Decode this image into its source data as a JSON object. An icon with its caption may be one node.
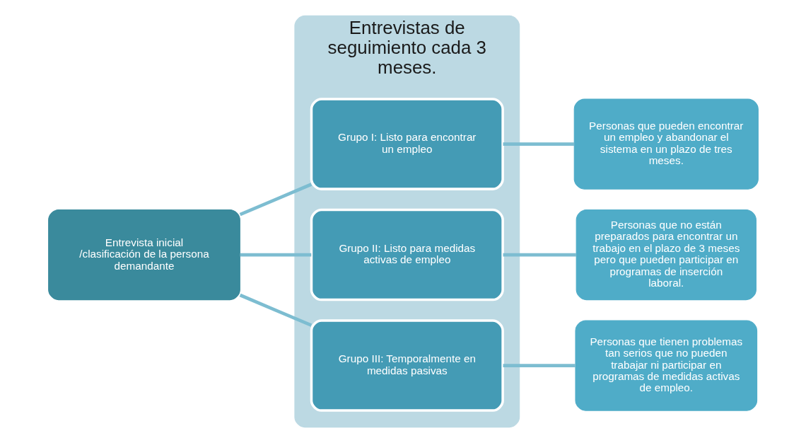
{
  "diagram": {
    "nodes": [
      {
        "text": [
          "Entrevista inicial /clasificación de la persona demandante"
        ]
      },
      {
        "text": [
          "Entrevistas de seguimiento cada 3 meses."
        ]
      },
      {
        "text": [
          "Grupo I: Listo para encontrar un empleo"
        ],
        "in": 1
      },
      {
        "text": [
          "Grupo II: Listo para medidas activas de empleo"
        ],
        "in": 1
      },
      {
        "text": [
          "Grupo III: Temporalmente en medidas pasivas"
        ],
        "in": 1
      },
      {
        "text": [
          "Personas que pueden encontrar un empleo y abandonar el sistema en un plazo de tres meses."
        ]
      },
      {
        "text": [
          "Personas que no están preparados para encontrar un trabajo en el plazo de 3 meses pero que pueden participar en programas de inserción laboral."
        ]
      },
      {
        "text": [
          "Personas que tienen problemas tan serios que no pueden trabajar ni participar en programas de medidas activas de empleo."
        ]
      }
    ],
    "edges": [
      {
        "from": 0,
        "to": 2,
        "arrow": "none"
      },
      {
        "from": 0,
        "to": 3,
        "arrow": "none"
      },
      {
        "from": 0,
        "to": 4,
        "arrow": "none"
      },
      {
        "from": 2,
        "to": 5,
        "arrow": "none"
      },
      {
        "from": 3,
        "to": 6,
        "arrow": "none"
      },
      {
        "from": 4,
        "to": 7,
        "arrow": "none"
      }
    ]
  }
}
